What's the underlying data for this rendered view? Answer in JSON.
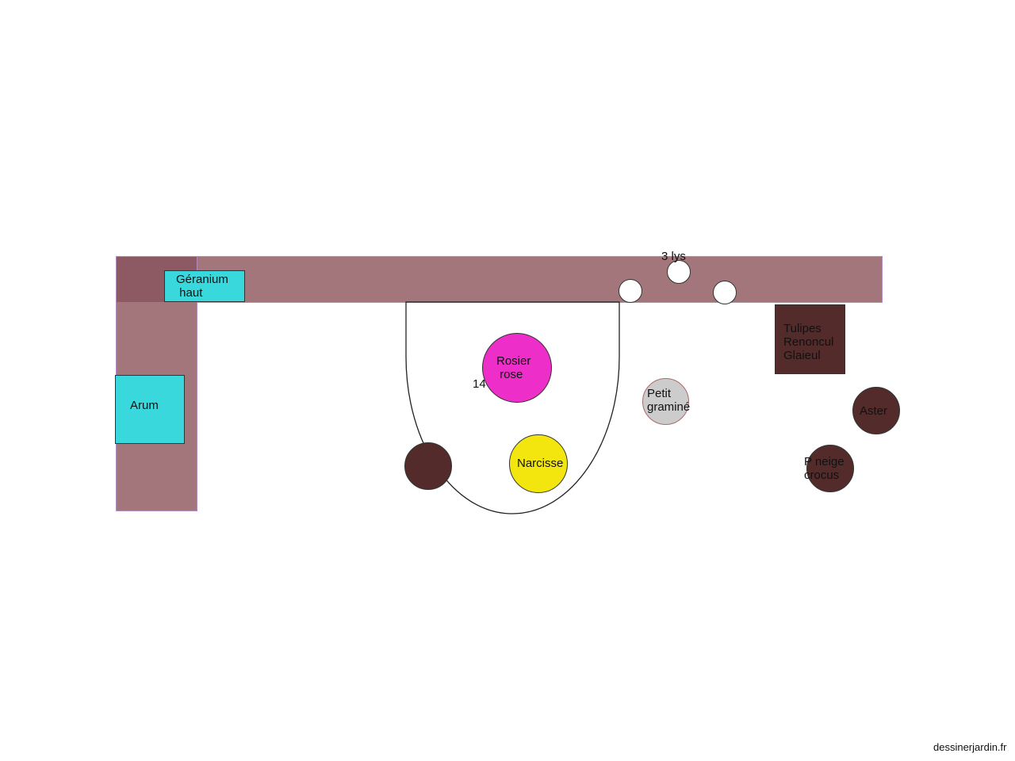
{
  "labels": {
    "geranium": "Géranium\n haut",
    "arum": "Arum",
    "lys": "3 lys",
    "rosier": "Rosier\n rose",
    "num14": "14",
    "petit_gramine": "Petit\ngraminé",
    "narcisse": "Narcisse",
    "tulipes": "Tulipes\nRenoncul\nGlaieul",
    "aster": "Aster",
    "perce_neige": "P neige\ncrocus"
  },
  "credit": "dessinerjardin.fr",
  "colors": {
    "bed": "#a3767c",
    "cyan": "#38d8dc",
    "magenta": "#ee2ec8",
    "yellow": "#f2e60e",
    "dark_brown": "#532b2b",
    "grey": "#cccccc",
    "white": "#ffffff"
  }
}
